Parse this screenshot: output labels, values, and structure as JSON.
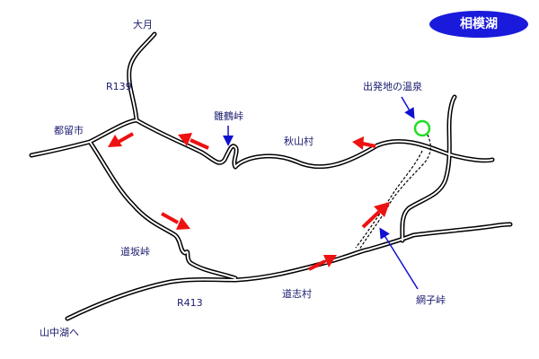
{
  "title": "相模湖",
  "labels": {
    "otsuki": "大月",
    "r139": "R139",
    "tsuru_city": "都留市",
    "hinazuru_pass": "雛鶴峠",
    "akiyama_village": "秋山村",
    "start_onsen": "出発地の温泉",
    "dosaka_pass": "道坂峠",
    "doshi_village": "道志村",
    "r413": "R413",
    "amiko_pass": "網子峠",
    "to_yamanakako": "山中湖へ"
  },
  "colors": {
    "road": "#000000",
    "route_arrow": "#ee1111",
    "pointer_arrow": "#1010d0",
    "start_marker": "#22dd22",
    "title_badge": "#1a1adc",
    "label_text": "#1a1a6e"
  },
  "markers": {
    "start": "start-circle"
  },
  "route_arrows": [
    {
      "name": "route-arrow-1",
      "direction": "west"
    },
    {
      "name": "route-arrow-2",
      "direction": "west"
    },
    {
      "name": "route-arrow-3",
      "direction": "west"
    },
    {
      "name": "route-arrow-4",
      "direction": "southeast"
    },
    {
      "name": "route-arrow-5",
      "direction": "northeast"
    },
    {
      "name": "route-arrow-6",
      "direction": "northeast"
    }
  ]
}
